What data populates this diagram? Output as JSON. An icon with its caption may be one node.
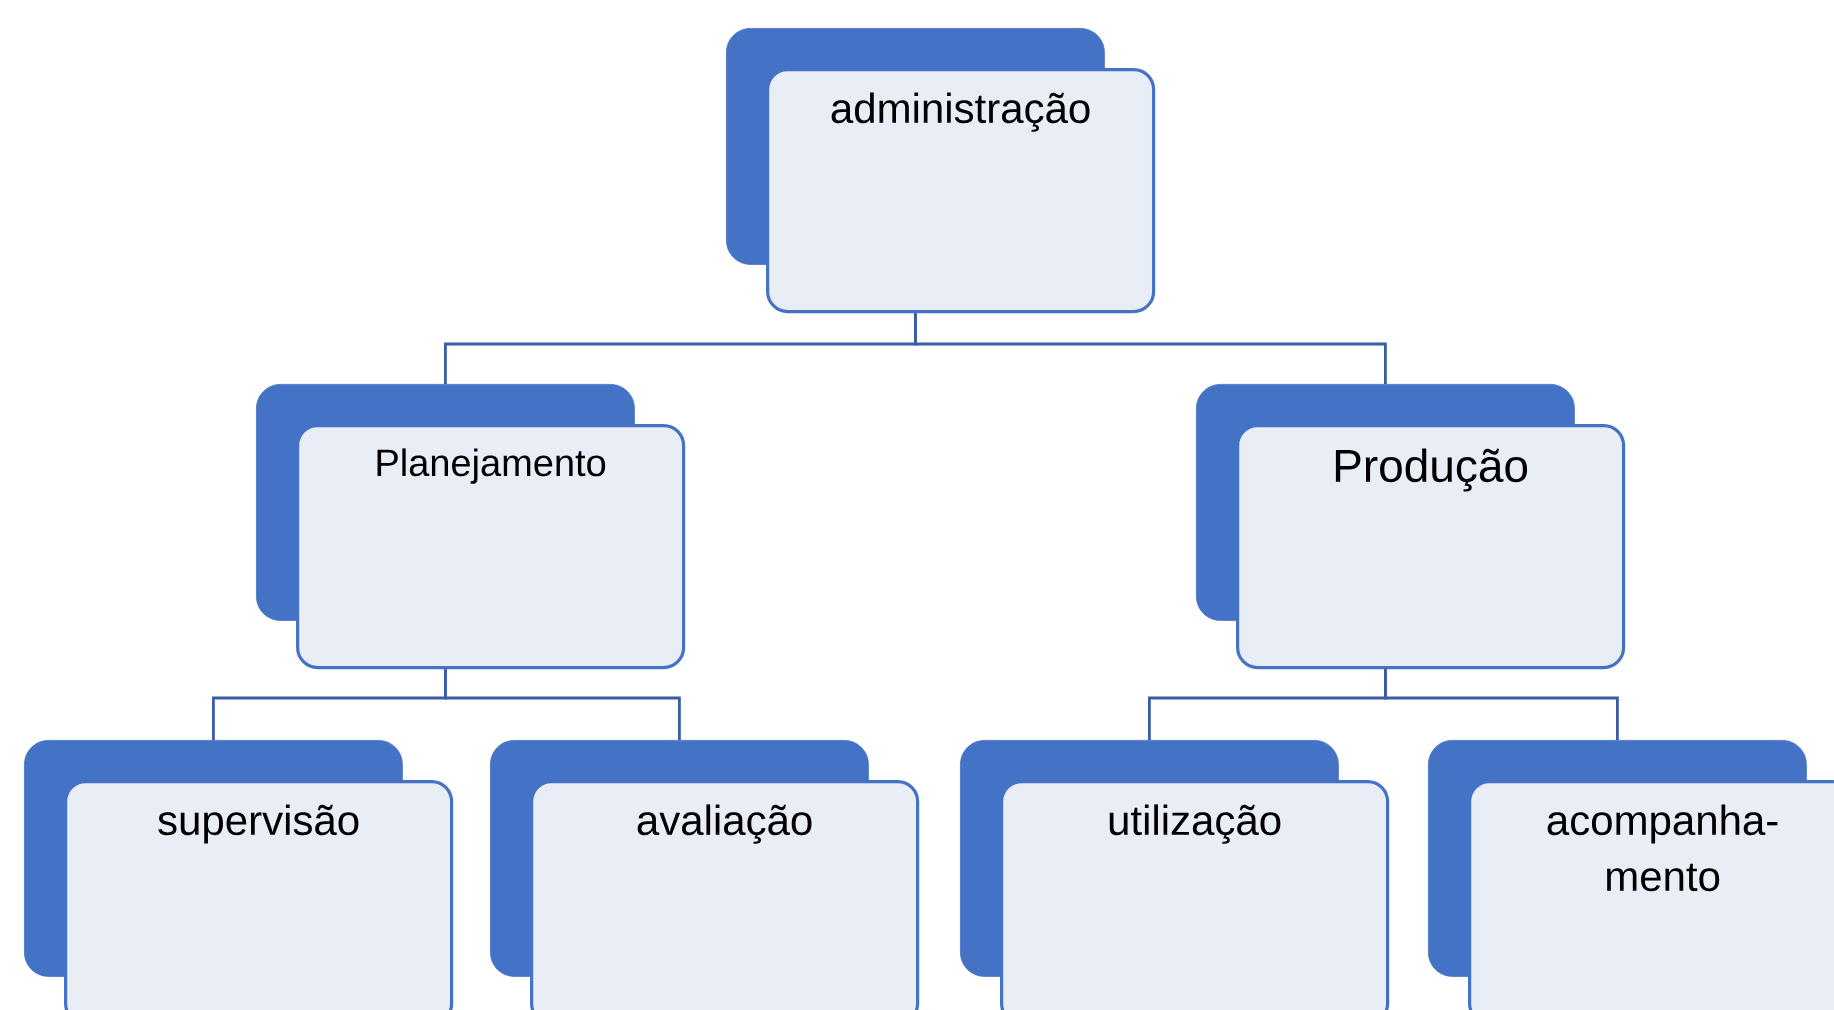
{
  "diagram": {
    "nodes": [
      {
        "text": [
          "administração"
        ]
      },
      {
        "text": [
          "Planejamento"
        ]
      },
      {
        "text": [
          "Produção"
        ]
      },
      {
        "text": [
          "supervisão"
        ]
      },
      {
        "text": [
          "avaliação"
        ]
      },
      {
        "text": [
          "utilização"
        ]
      },
      {
        "text": [
          "acompanha- mento"
        ]
      }
    ],
    "edges": [
      {
        "from": 0,
        "to": 1,
        "arrow": "none"
      },
      {
        "from": 0,
        "to": 2,
        "arrow": "none"
      },
      {
        "from": 1,
        "to": 3,
        "arrow": "none"
      },
      {
        "from": 1,
        "to": 4,
        "arrow": "none"
      },
      {
        "from": 2,
        "to": 5,
        "arrow": "none"
      },
      {
        "from": 2,
        "to": 6,
        "arrow": "none"
      }
    ]
  }
}
